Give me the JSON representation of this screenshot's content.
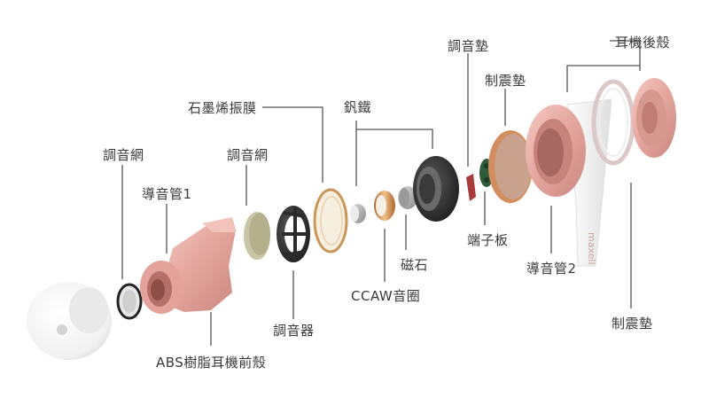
{
  "labels": {
    "ear_tip_mesh": "調音網",
    "sound_tube_1": "導音管1",
    "front_shell": "ABS樹脂耳機前殼",
    "graphene_diaphragm": "石墨烯振膜",
    "mesh_2": "調音網",
    "tuner": "調音器",
    "vanadium_iron": "釩鐵",
    "ccaw_coil": "CCAW音圈",
    "magnet": "磁石",
    "tuning_pad": "調音墊",
    "damping_pad_top": "制震墊",
    "terminal_board": "端子板",
    "sound_tube_2": "導音管2",
    "rear_shell": "耳機後殼",
    "damping_pad_bottom": "制震墊"
  },
  "brand_text": "maxell",
  "colors": {
    "rose_gold": "#e6aaa4",
    "rose_gold_dark": "#c98880",
    "copper": "#c98a4e",
    "leader_line": "#555555",
    "label_text": "#3a3a3a"
  }
}
